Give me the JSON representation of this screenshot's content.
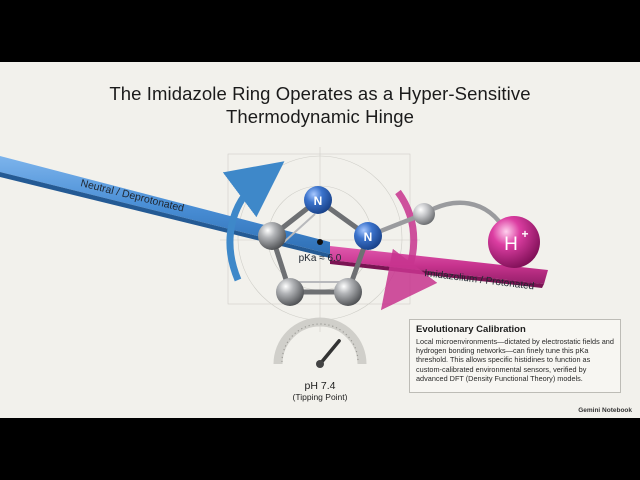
{
  "title": {
    "line1": "The Imidazole Ring Operates as a Hyper-Sensitive",
    "line2": "Thermodynamic Hinge"
  },
  "labels": {
    "neutral": "Neutral / Deprotonated",
    "protonated": "Imidazolium / Protonated",
    "pka": "pKa ≈ 6.0",
    "atom_n1": "N",
    "atom_n2": "N",
    "proton": "H",
    "proton_charge": "+"
  },
  "gauge": {
    "value_label": "pH 7.4",
    "sub_label": "(Tipping Point)",
    "needle_fraction": 0.72
  },
  "callout": {
    "heading": "Evolutionary Calibration",
    "body": "Local microenvironments—dictated by electrostatic fields and hydrogen bonding networks—can finely tune this pKa threshold. This allows specific histidines to function as custom-calibrated environmental sensors, verified by advanced DFT (Density Functional Theory) models."
  },
  "watermark": "Gemini Notebook",
  "colors": {
    "blue_bar": "#4a8fd6",
    "magenta_bar": "#c8348f",
    "nitrogen": "#2a5fb8",
    "carbon": "#8a8c8f",
    "proton": "#c21f86",
    "background": "#f2f1ec"
  },
  "icons": [
    "rotate-up-arrow-icon",
    "rotate-down-arrow-icon",
    "gauge-icon"
  ]
}
